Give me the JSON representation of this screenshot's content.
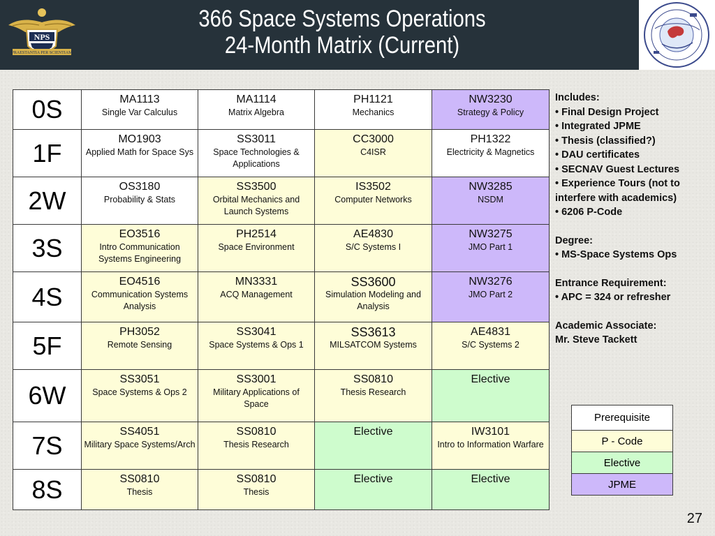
{
  "header": {
    "title_line1": "366 Space Systems Operations",
    "title_line2": "24-Month Matrix (Current)",
    "logo_text": "NPS",
    "logo_motto": "PRAESTANTIA PER SCIENTIAM"
  },
  "matrix": {
    "rows": [
      {
        "quarter": "0S",
        "cells": [
          {
            "code": "MA1113",
            "desc": "Single  Var Calculus",
            "cat": "pre"
          },
          {
            "code": "MA1114",
            "desc": "Matrix Algebra",
            "cat": "pre"
          },
          {
            "code": "PH1121",
            "desc": "Mechanics",
            "cat": "pre"
          },
          {
            "code": "NW3230",
            "desc": "Strategy & Policy",
            "cat": "jpme"
          }
        ]
      },
      {
        "quarter": "1F",
        "cells": [
          {
            "code": "MO1903",
            "desc": "Applied Math for Space Sys",
            "cat": "pre"
          },
          {
            "code": "SS3011",
            "desc": "Space Technologies & Applications",
            "cat": "pre"
          },
          {
            "code": "CC3000",
            "desc": "C4ISR",
            "cat": "pcode"
          },
          {
            "code": "PH1322",
            "desc": "Electricity & Magnetics",
            "cat": "pre"
          }
        ]
      },
      {
        "quarter": "2W",
        "cells": [
          {
            "code": "OS3180",
            "desc": "Probability & Stats",
            "cat": "pre"
          },
          {
            "code": "SS3500",
            "desc": "Orbital Mechanics and Launch Systems",
            "cat": "pcode"
          },
          {
            "code": "IS3502",
            "desc": "Computer Networks",
            "cat": "pcode"
          },
          {
            "code": "NW3285",
            "desc": "NSDM",
            "cat": "jpme"
          }
        ]
      },
      {
        "quarter": "3S",
        "cells": [
          {
            "code": "EO3516",
            "desc": "Intro Communication Systems Engineering",
            "cat": "pcode"
          },
          {
            "code": "PH2514",
            "desc": "Space Environment",
            "cat": "pcode"
          },
          {
            "code": "AE4830",
            "desc": "S/C Systems I",
            "cat": "pcode"
          },
          {
            "code": "NW3275",
            "desc": "JMO Part 1",
            "cat": "jpme"
          }
        ]
      },
      {
        "quarter": "4S",
        "cells": [
          {
            "code": "EO4516",
            "desc": "Communication Systems Analysis",
            "cat": "pcode"
          },
          {
            "code": "MN3331",
            "desc": "ACQ Management",
            "cat": "pcode"
          },
          {
            "code": "SS3600",
            "desc": "Simulation Modeling and Analysis",
            "cat": "pcode",
            "big": true
          },
          {
            "code": "NW3276",
            "desc": "JMO Part 2",
            "cat": "jpme"
          }
        ]
      },
      {
        "quarter": "5F",
        "cells": [
          {
            "code": "PH3052",
            "desc": "Remote Sensing",
            "cat": "pcode"
          },
          {
            "code": "SS3041",
            "desc": "Space Systems & Ops 1",
            "cat": "pcode"
          },
          {
            "code": "SS3613",
            "desc": "MILSATCOM Systems",
            "cat": "pcode",
            "big": true
          },
          {
            "code": "AE4831",
            "desc": "S/C Systems 2",
            "cat": "pcode"
          }
        ]
      },
      {
        "quarter": "6W",
        "cells": [
          {
            "code": "SS3051",
            "desc": "Space Systems & Ops 2",
            "cat": "pcode"
          },
          {
            "code": "SS3001",
            "desc": "Military Applications of Space",
            "cat": "pcode"
          },
          {
            "code": "SS0810",
            "desc": "Thesis Research",
            "cat": "pcode"
          },
          {
            "code": "Elective",
            "desc": "",
            "cat": "elective"
          }
        ]
      },
      {
        "quarter": "7S",
        "cells": [
          {
            "code": "SS4051",
            "desc": "Military Space Systems/Arch",
            "cat": "pcode"
          },
          {
            "code": "SS0810",
            "desc": "Thesis Research",
            "cat": "pcode"
          },
          {
            "code": "Elective",
            "desc": "",
            "cat": "elective"
          },
          {
            "code": "IW3101",
            "desc": "Intro to Information Warfare",
            "cat": "pcode"
          }
        ]
      },
      {
        "quarter": "8S",
        "cells": [
          {
            "code": "SS0810",
            "desc": "Thesis",
            "cat": "pcode"
          },
          {
            "code": "SS0810",
            "desc": "Thesis",
            "cat": "pcode"
          },
          {
            "code": "Elective",
            "desc": "",
            "cat": "elective"
          },
          {
            "code": "Elective",
            "desc": "",
            "cat": "elective"
          }
        ]
      }
    ]
  },
  "info": {
    "includes_heading": "Includes:",
    "includes": [
      "• Final Design Project",
      "• Integrated JPME",
      "• Thesis (classified?)",
      "• DAU certificates",
      "• SECNAV Guest Lectures",
      "• Experience Tours (not to interfere with academics)",
      "• 6206 P-Code"
    ],
    "degree_heading": "Degree:",
    "degree": [
      "• MS-Space Systems Ops"
    ],
    "entrance_heading": "Entrance Requirement:",
    "entrance": [
      "• APC = 324 or refresher"
    ],
    "associate_heading": "Academic Associate:",
    "associate": [
      "Mr. Steve Tackett"
    ]
  },
  "legend": [
    {
      "label": "Prerequisite",
      "cat": "pre"
    },
    {
      "label": "P - Code",
      "cat": "pcode"
    },
    {
      "label": "Elective",
      "cat": "elective"
    },
    {
      "label": "JPME",
      "cat": "jpme"
    }
  ],
  "colors": {
    "pre": "#ffffff",
    "pcode": "#fefdd8",
    "elective": "#cefccd",
    "jpme": "#cdb8fa",
    "header_bg": "#26323a"
  },
  "slide_number": "27"
}
